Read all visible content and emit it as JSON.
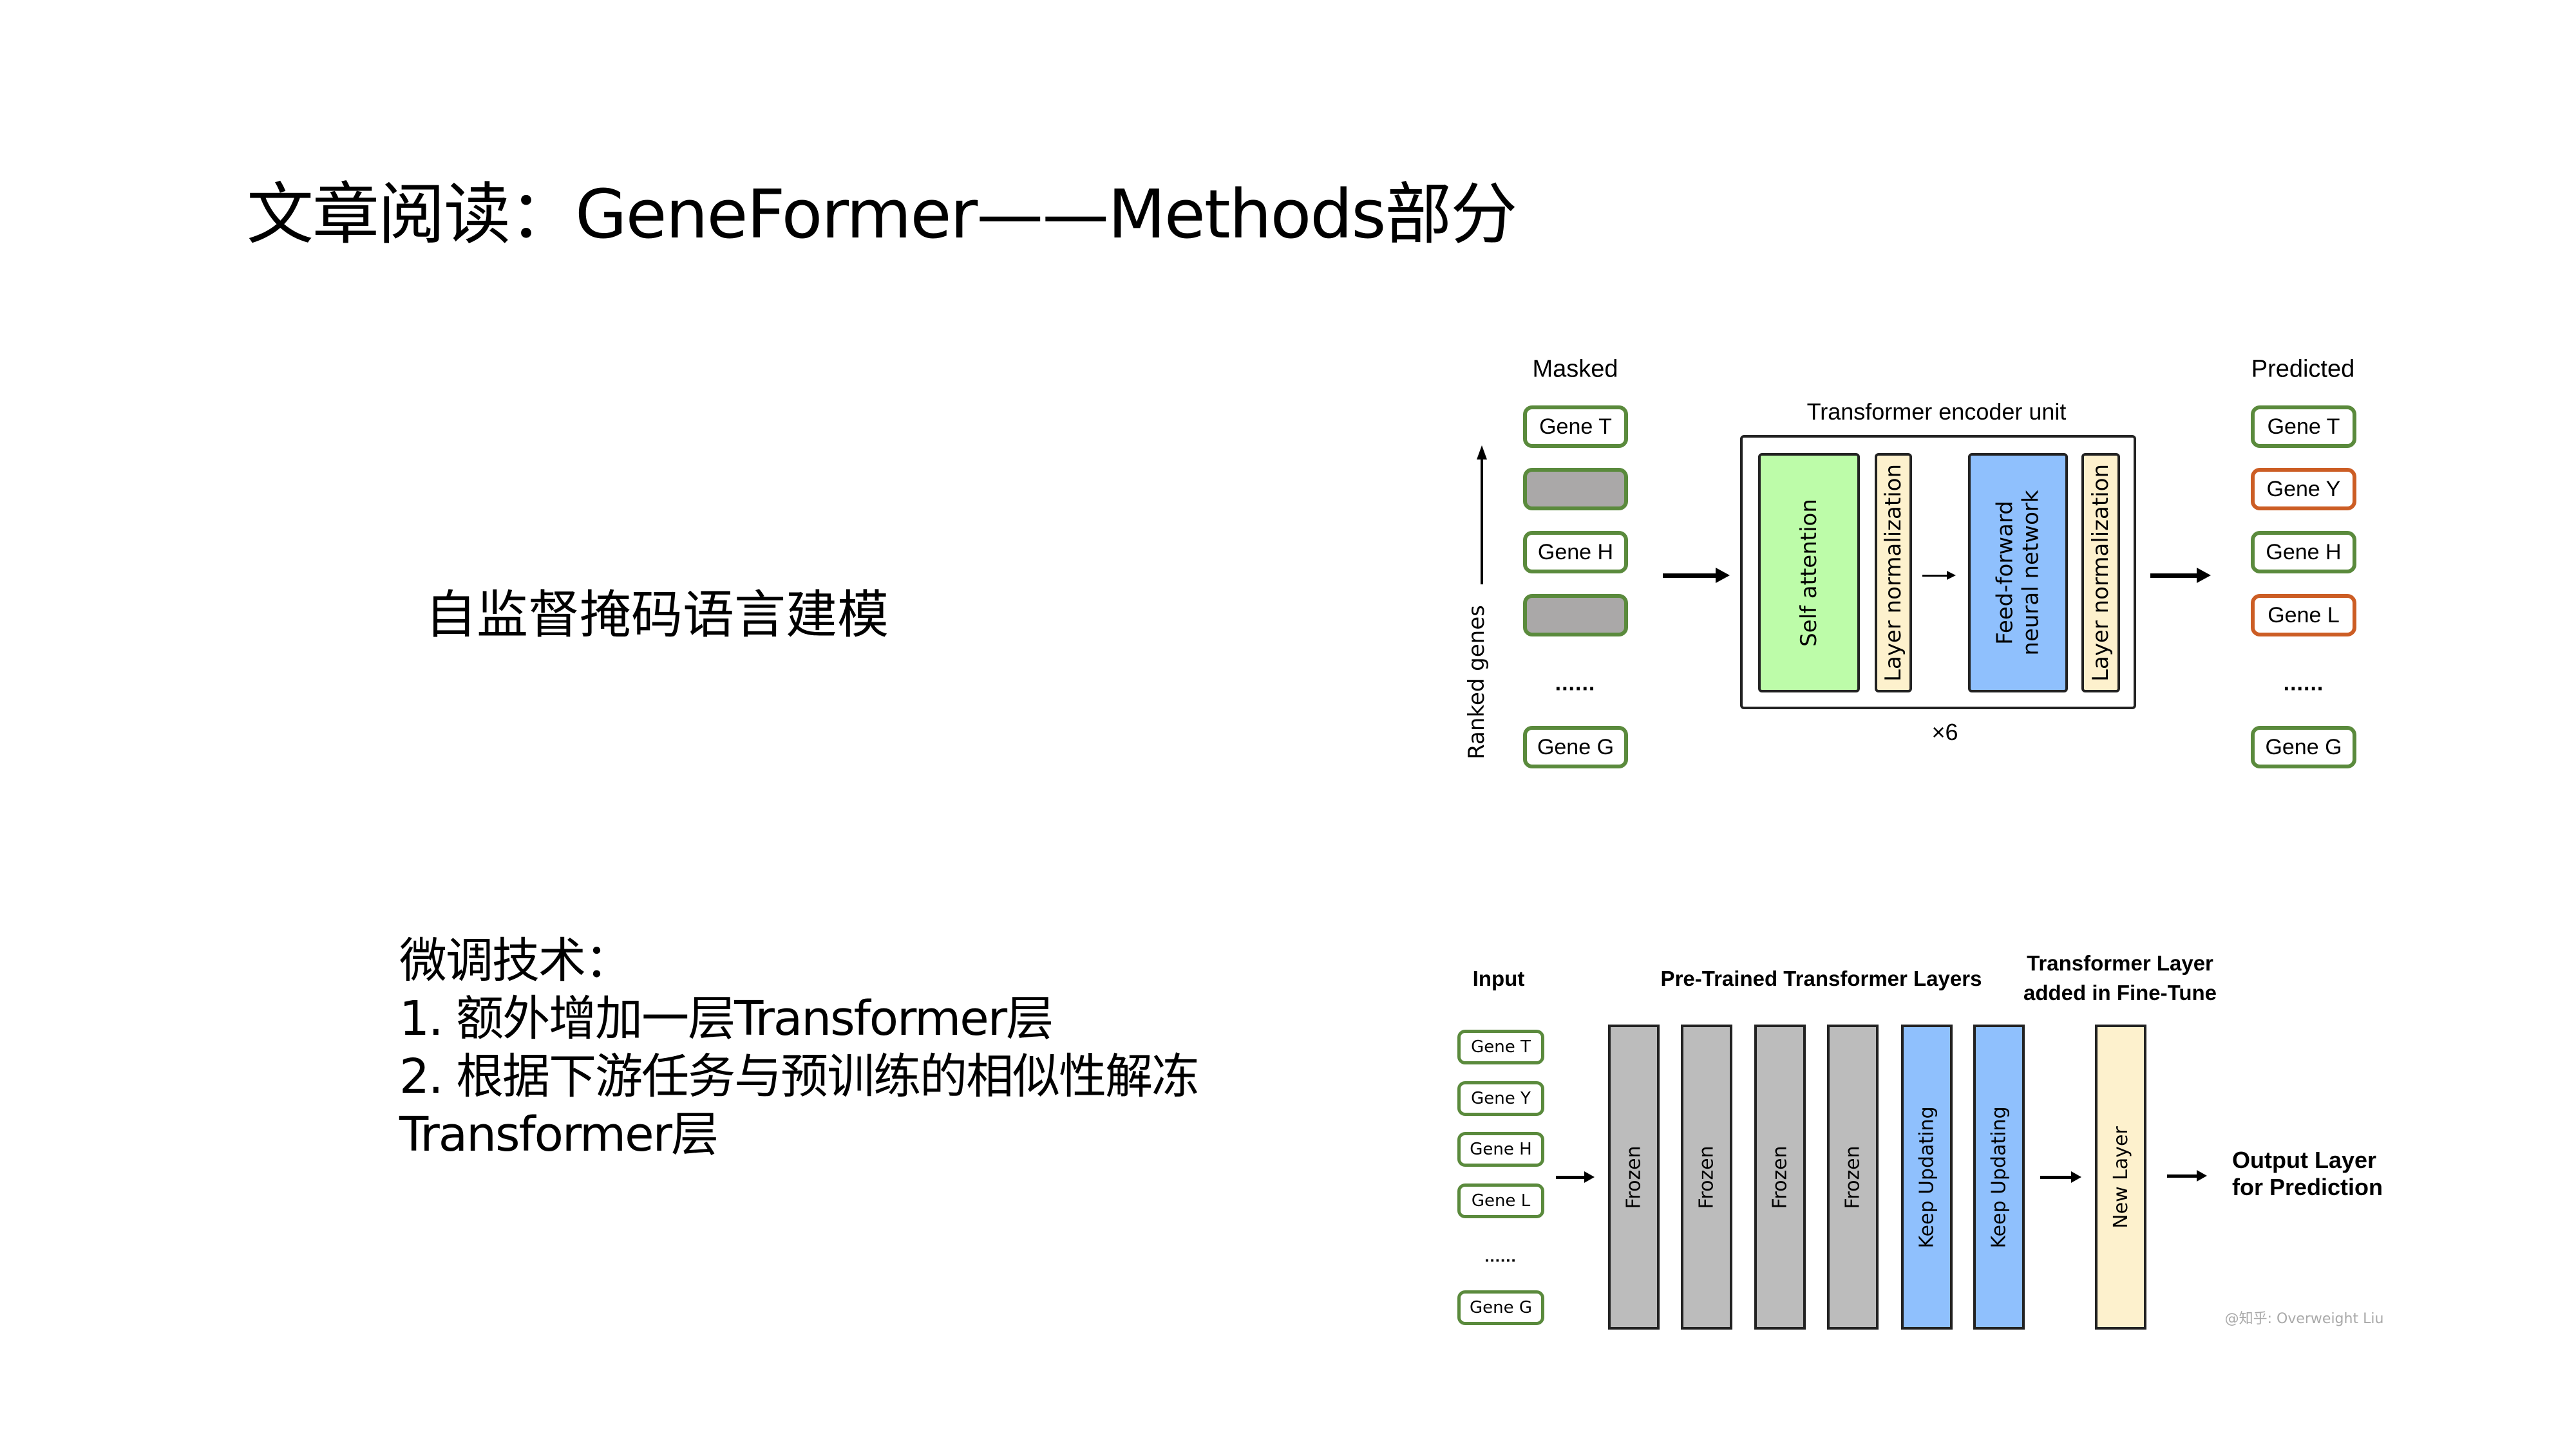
{
  "slide": {
    "title": "文章阅读：GeneFormer——Methods部分"
  },
  "left_text": {
    "pretraining_heading": "自监督掩码语言建模",
    "finetune_lines": [
      "微调技术：",
      "1. 额外增加一层Transformer层",
      "2. 根据下游任务与预训练的相似性解冻",
      "Transformer层"
    ]
  },
  "pretrain_diagram": {
    "masked_label": "Masked",
    "predicted_label": "Predicted",
    "axis_label": "Ranked genes",
    "encoder_title": "Transformer encoder unit",
    "repeat_label": "×6",
    "ellipsis": "......",
    "masked_inputs": [
      {
        "label": "Gene T",
        "masked": false
      },
      {
        "label": "",
        "masked": true
      },
      {
        "label": "Gene H",
        "masked": false
      },
      {
        "label": "",
        "masked": true
      },
      {
        "label": "Gene G",
        "masked": false
      }
    ],
    "encoder_blocks": [
      {
        "label": "Self attention",
        "color": "#bdfca9"
      },
      {
        "label": "Layer normalization",
        "color": "#fdf1cd"
      },
      {
        "label": "Feed-forward\nneural network",
        "color": "#8fc0fd"
      },
      {
        "label": "Layer normalization",
        "color": "#fdf1cd"
      }
    ],
    "predicted_outputs": [
      {
        "label": "Gene T",
        "status": "original",
        "border": "#5a8a3c"
      },
      {
        "label": "Gene Y",
        "status": "predicted",
        "border": "#cc5d24"
      },
      {
        "label": "Gene H",
        "status": "original",
        "border": "#5a8a3c"
      },
      {
        "label": "Gene L",
        "status": "predicted",
        "border": "#cc5d24"
      },
      {
        "label": "Gene G",
        "status": "original",
        "border": "#5a8a3c"
      }
    ]
  },
  "finetune_diagram": {
    "input_label": "Input",
    "pretrained_label": "Pre-Trained Transformer Layers",
    "new_layer_title_line1": "Transformer Layer",
    "new_layer_title_line2": "added in Fine-Tune",
    "ellipsis": "......",
    "inputs": [
      "Gene T",
      "Gene Y",
      "Gene H",
      "Gene L",
      "Gene G"
    ],
    "layers": [
      {
        "label": "Frozen",
        "state": "frozen",
        "color": "#bcbcbc"
      },
      {
        "label": "Frozen",
        "state": "frozen",
        "color": "#bcbcbc"
      },
      {
        "label": "Frozen",
        "state": "frozen",
        "color": "#bcbcbc"
      },
      {
        "label": "Frozen",
        "state": "frozen",
        "color": "#bcbcbc"
      },
      {
        "label": "Keep Updating",
        "state": "updating",
        "color": "#8fc0fd"
      },
      {
        "label": "Keep Updating",
        "state": "updating",
        "color": "#8fc0fd"
      }
    ],
    "new_layer": {
      "label": "New Layer",
      "color": "#fdf1cd"
    },
    "output_line1": "Output Layer",
    "output_line2": "for Prediction",
    "watermark": "@知乎: Overweight Liu"
  }
}
